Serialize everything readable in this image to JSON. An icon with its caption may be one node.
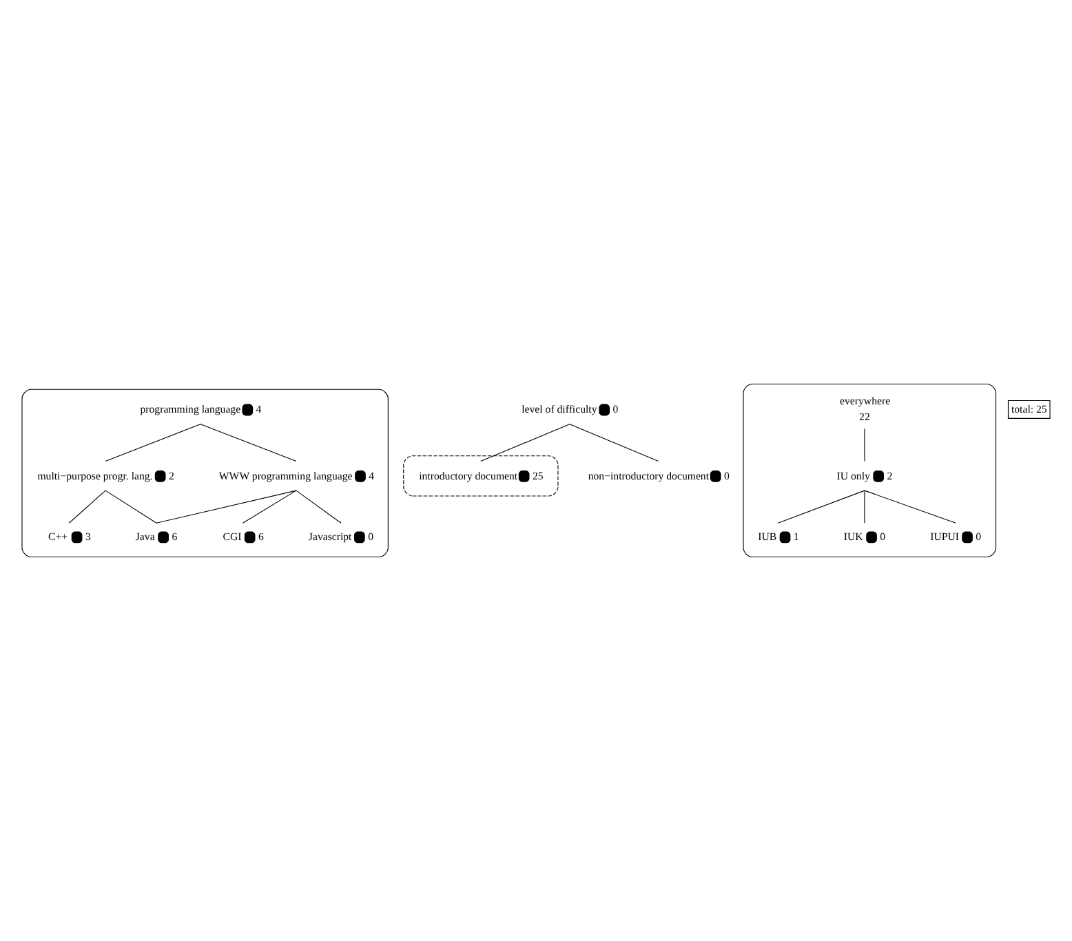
{
  "diagram": {
    "nodes": [
      {
        "text": [],
        "shape": "ellipse"
      },
      {
        "text": [
          "programming language"
        ],
        "in": 0,
        "beside": [
          "4"
        ]
      },
      {
        "text": [
          "multi−purpose progr. lang."
        ],
        "in": 0,
        "beside": [
          "2"
        ]
      },
      {
        "text": [
          "WWW programming language"
        ],
        "in": 0,
        "beside": [
          "4"
        ]
      },
      {
        "text": [
          "C++"
        ],
        "in": 0,
        "beside": [
          "3"
        ]
      },
      {
        "text": [
          "Java"
        ],
        "in": 0,
        "beside": [
          "6"
        ]
      },
      {
        "text": [
          "CGI"
        ],
        "in": 0,
        "beside": [
          "6"
        ]
      },
      {
        "text": [
          "Javascript"
        ],
        "in": 0,
        "beside": [
          "0"
        ]
      },
      {
        "text": [
          "level of difficulty"
        ],
        "beside": [
          "0"
        ]
      },
      {
        "text": [],
        "shape": "ellipse"
      },
      {
        "text": [
          "introductory document"
        ],
        "in": 9,
        "beside": [
          "25"
        ]
      },
      {
        "text": [
          "non−introductory document"
        ],
        "beside": [
          "0"
        ]
      },
      {
        "text": [],
        "shape": "ellipse"
      },
      {
        "text": [
          "everywhere"
        ],
        "in": 12,
        "beside": [
          "22"
        ]
      },
      {
        "text": [
          "IU only"
        ],
        "in": 12,
        "beside": [
          "2"
        ]
      },
      {
        "text": [
          "IUB"
        ],
        "in": 12,
        "beside": [
          "1"
        ]
      },
      {
        "text": [
          "IUK"
        ],
        "in": 12,
        "beside": [
          "0"
        ]
      },
      {
        "text": [
          "IUPUI"
        ],
        "in": 12,
        "beside": [
          "0"
        ]
      },
      {
        "text": [
          "total: 25"
        ]
      }
    ],
    "edges": [
      {
        "from": 1,
        "to": 2,
        "arrow": "none"
      },
      {
        "from": 1,
        "to": 3,
        "arrow": "none"
      },
      {
        "from": 2,
        "to": 4,
        "arrow": "none"
      },
      {
        "from": 2,
        "to": 5,
        "arrow": "none"
      },
      {
        "from": 3,
        "to": 5,
        "arrow": "none"
      },
      {
        "from": 3,
        "to": 6,
        "arrow": "none"
      },
      {
        "from": 3,
        "to": 7,
        "arrow": "none"
      },
      {
        "from": 8,
        "to": 10,
        "arrow": "none"
      },
      {
        "from": 8,
        "to": 11,
        "arrow": "none"
      },
      {
        "from": 13,
        "to": 14,
        "arrow": "none"
      },
      {
        "from": 14,
        "to": 15,
        "arrow": "none"
      },
      {
        "from": 14,
        "to": 16,
        "arrow": "none"
      },
      {
        "from": 14,
        "to": 17,
        "arrow": "none"
      }
    ]
  }
}
